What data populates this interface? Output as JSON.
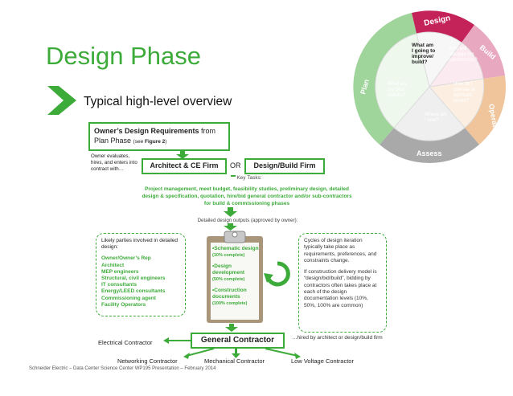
{
  "slide": {
    "title": "Design Phase",
    "subtitle": "Typical high-level overview",
    "footer": "Schneider Electric – Data Center Science Center WP195 Presentation – February 2014"
  },
  "wheel": {
    "segments": [
      "Design",
      "Build",
      "Operate",
      "Assess",
      "Plan"
    ],
    "questions": [
      "What am I going to improve/ build?",
      "Who will manage my construction?",
      "How do I operate at optimum levels?",
      "Where am I now?",
      "What are my best options?"
    ],
    "colors": {
      "design": "#c4235a",
      "build": "#e8a8bf",
      "operate": "#f0c59b",
      "assess": "#a9a9a9",
      "plan": "#9fd49a"
    }
  },
  "owner_req": {
    "label_bold": "Owner’s Design Requirements",
    "label_rest": " from Plan Phase ",
    "ref_prefix": "(see ",
    "ref_bold": "Figure 2",
    "ref_suffix": ")"
  },
  "owner_evaluates": "Owner evaluates, hires, and enters into contract with…",
  "architect": "Architect & CE Firm",
  "or": "OR",
  "design_build": "Design/Build Firm",
  "key_tasks_label": "Key Tasks:",
  "key_tasks": "Project management, meet budget, feasibility studies, preliminary design, detailed design & specification, quotation, hire/bid general contractor and/or sub-contractors for build & commissioning phases",
  "outputs_label": "Detailed design outputs (approved by owner):",
  "parties": {
    "intro": "Likely parties involved in detailed design:",
    "list": [
      "Owner/Owner’s Rep",
      "Architect",
      "MEP engineers",
      "Structural, civil engineers",
      "IT consultants",
      "Energy/LEED consultants",
      "Commissioning agent",
      "Facility Operators"
    ]
  },
  "clipboard_items": [
    {
      "label": "•Schematic design",
      "note": "(10% complete)"
    },
    {
      "label": "•Design development",
      "note": "(50% complete)"
    },
    {
      "label": "•Construction documents",
      "note": "(100% complete)"
    }
  ],
  "cycles": {
    "p1": "Cycles of design iteration typically take place as requirements, preferences, and constraints change.",
    "p2": "If construction delivery model is “design/bid/build”, bidding by contractors often takes place at each of the design documentation levels (10%, 50%, 100% are common)"
  },
  "general_contractor": "General Contractor",
  "hired_by": "…hired by architect or design/build firm",
  "subcontractors": {
    "electrical": "Electrical Contractor",
    "networking": "Networking Contractor",
    "mechanical": "Mechanical Contractor",
    "low_voltage": "Low Voltage Contractor"
  },
  "colors": {
    "accent": "#3dab3a",
    "title": "#3dab3a"
  }
}
